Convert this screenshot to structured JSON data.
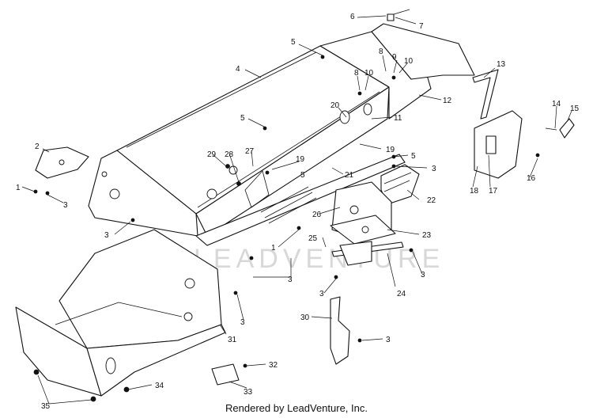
{
  "watermark": "LEADVENTURE",
  "footer": "Rendered by LeadVenture, Inc.",
  "callouts": [
    "1",
    "2",
    "3",
    "4",
    "5",
    "6",
    "7",
    "8",
    "9",
    "10",
    "11",
    "12",
    "13",
    "14",
    "15",
    "16",
    "17",
    "18",
    "19",
    "20",
    "21",
    "22",
    "23",
    "24",
    "25",
    "26",
    "27",
    "28",
    "29",
    "30",
    "31",
    "32",
    "33",
    "34",
    "35"
  ]
}
